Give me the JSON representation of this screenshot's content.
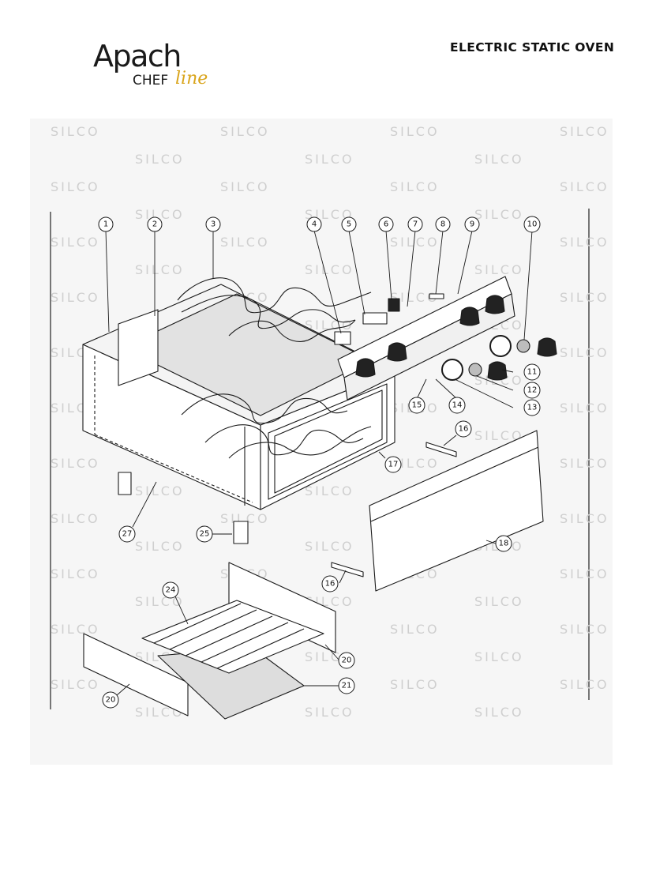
{
  "brand": {
    "name": "Apach",
    "sub_chef": "CHEF",
    "sub_line": "line"
  },
  "title": "ELECTRIC STATIC OVEN",
  "watermark": "SILCO",
  "callouts": [
    {
      "id": "callout-1",
      "num": "1"
    },
    {
      "id": "callout-2",
      "num": "2"
    },
    {
      "id": "callout-3",
      "num": "3"
    },
    {
      "id": "callout-4",
      "num": "4"
    },
    {
      "id": "callout-5",
      "num": "5"
    },
    {
      "id": "callout-6",
      "num": "6"
    },
    {
      "id": "callout-7",
      "num": "7"
    },
    {
      "id": "callout-8",
      "num": "8"
    },
    {
      "id": "callout-9",
      "num": "9"
    },
    {
      "id": "callout-10",
      "num": "10"
    },
    {
      "id": "callout-11",
      "num": "11"
    },
    {
      "id": "callout-12",
      "num": "12"
    },
    {
      "id": "callout-13",
      "num": "13"
    },
    {
      "id": "callout-14",
      "num": "14"
    },
    {
      "id": "callout-15",
      "num": "15"
    },
    {
      "id": "callout-16a",
      "num": "16"
    },
    {
      "id": "callout-16b",
      "num": "16"
    },
    {
      "id": "callout-17",
      "num": "17"
    },
    {
      "id": "callout-18",
      "num": "18"
    },
    {
      "id": "callout-20a",
      "num": "20"
    },
    {
      "id": "callout-20b",
      "num": "20"
    },
    {
      "id": "callout-21",
      "num": "21"
    },
    {
      "id": "callout-24",
      "num": "24"
    },
    {
      "id": "callout-25",
      "num": "25"
    },
    {
      "id": "callout-27",
      "num": "27"
    }
  ]
}
